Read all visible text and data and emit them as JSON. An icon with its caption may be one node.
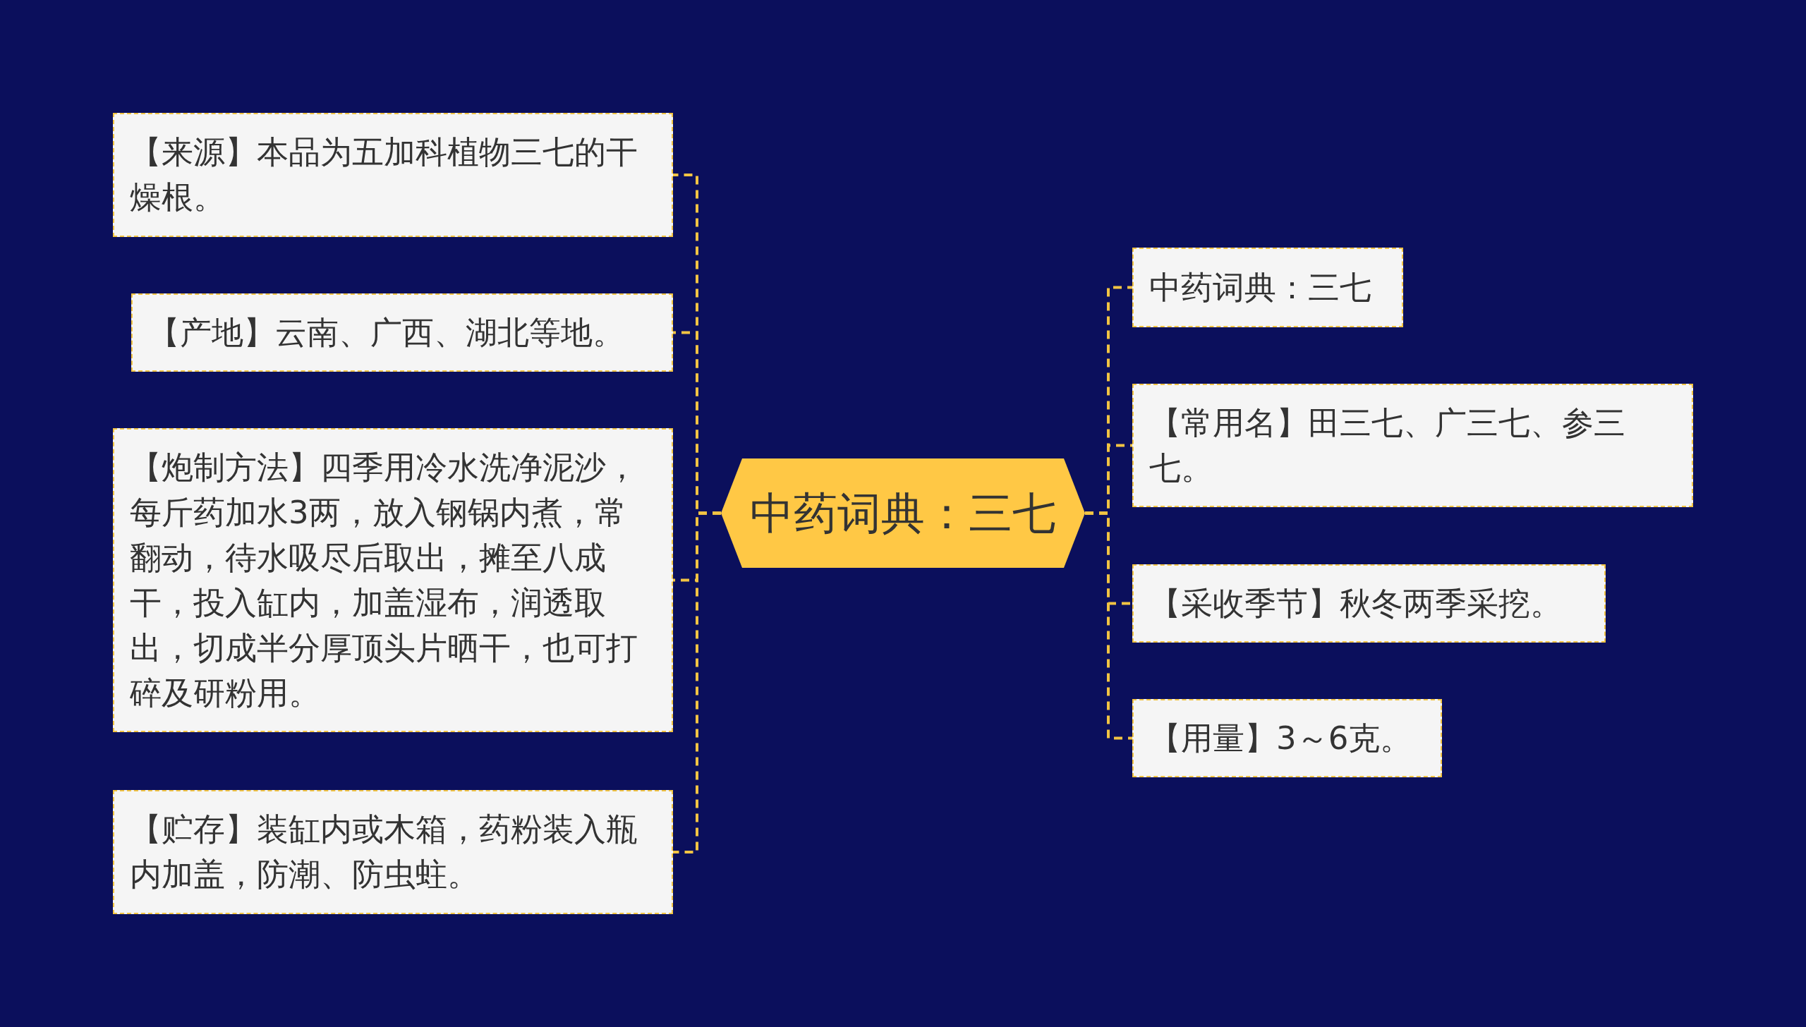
{
  "diagram": {
    "nodes": [
      {
        "text": [
          "中药词典：三七"
        ]
      },
      {
        "text": [
          "【来源】本品为五加科植物三七的干燥根。"
        ]
      },
      {
        "text": [
          "【产地】云南、广西、湖北等地。"
        ]
      },
      {
        "text": [
          "【炮制方法】四季用冷水洗净泥沙，每斤药加水3两，放入钢锅内煮，常翻动，待水吸尽后取出，摊至八成干，投入缸内，加盖湿布，润透取出，切成半分厚顶头片晒干，也可打碎及研粉用。"
        ]
      },
      {
        "text": [
          "【贮存】装缸内或木箱，药粉装入瓶内加盖，防潮、防虫蛀。"
        ]
      },
      {
        "text": [
          "中药词典：三七"
        ]
      },
      {
        "text": [
          "【常用名】田三七、广三七、参三七。"
        ]
      },
      {
        "text": [
          "【采收季节】秋冬两季采挖。"
        ]
      },
      {
        "text": [
          "【用量】3～6克。"
        ]
      }
    ],
    "edges": [
      {
        "from": 0,
        "to": 1,
        "arrow": "none",
        "style": "dashed"
      },
      {
        "from": 0,
        "to": 2,
        "arrow": "none",
        "style": "dashed"
      },
      {
        "from": 0,
        "to": 3,
        "arrow": "none",
        "style": "dashed"
      },
      {
        "from": 0,
        "to": 4,
        "arrow": "none",
        "style": "dashed"
      },
      {
        "from": 0,
        "to": 5,
        "arrow": "none",
        "style": "dashed"
      },
      {
        "from": 0,
        "to": 6,
        "arrow": "none",
        "style": "dashed"
      },
      {
        "from": 0,
        "to": 7,
        "arrow": "none",
        "style": "dashed"
      },
      {
        "from": 0,
        "to": 8,
        "arrow": "none",
        "style": "dashed"
      }
    ]
  }
}
